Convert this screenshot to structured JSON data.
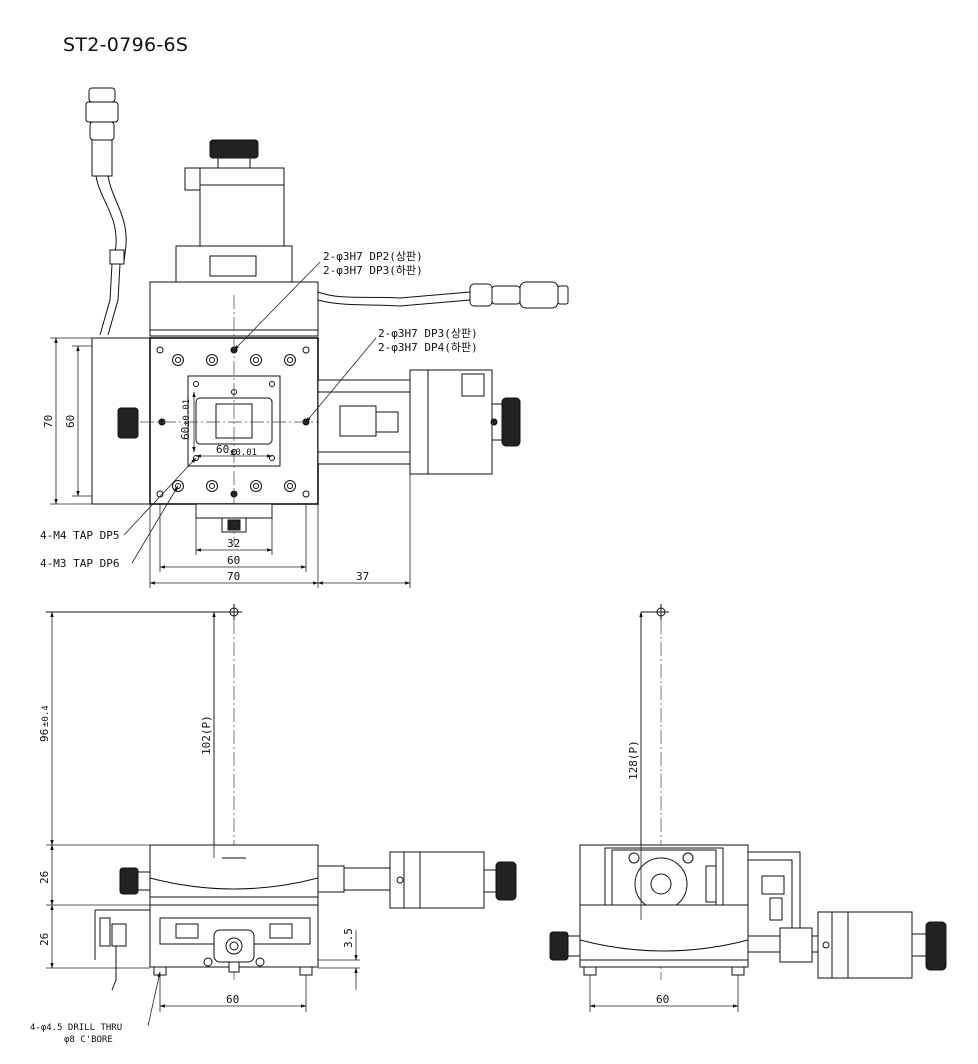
{
  "title": "ST2-0796-6S",
  "callouts": {
    "top_pin_1": "2-φ3H7 DP2(상판)",
    "top_pin_2": "2-φ3H7 DP3(하판)",
    "side_pin_1": "2-φ3H7 DP3(상판)",
    "side_pin_2": "2-φ3H7 DP4(하판)",
    "tap_m4": "4-M4 TAP DP5",
    "tap_m3": "4-M3 TAP DP6",
    "drill_1": "4-φ4.5 DRILL THRU",
    "drill_2": "φ8 C'BORE"
  },
  "dimensions": {
    "top": {
      "d70_h": "70",
      "d60_h": "60",
      "d32": "32",
      "d37": "37",
      "d70_v": "70",
      "d60_v": "60",
      "pitch_v": "60",
      "pitch_v_tol": "±0.01",
      "pitch_h": "60",
      "pitch_h_tol": "±0.01"
    },
    "front": {
      "d96": "96",
      "d96_tol": "±0.4",
      "d102": "102(P)",
      "d26_upper": "26",
      "d26_lower": "26",
      "d3_5": "3.5",
      "d60": "60"
    },
    "side": {
      "d128": "128(P)",
      "d60": "60"
    }
  }
}
